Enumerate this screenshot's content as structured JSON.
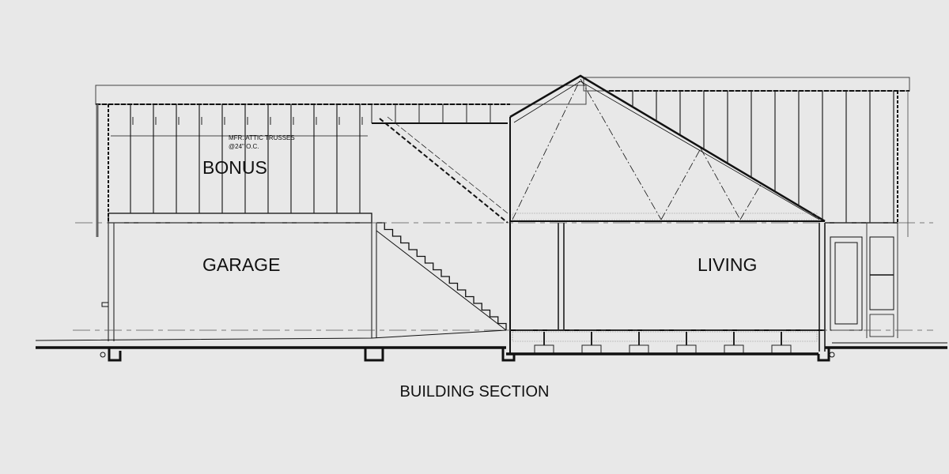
{
  "drawing": {
    "title": "BUILDING SECTION",
    "rooms": {
      "bonus": "BONUS",
      "garage": "GARAGE",
      "living": "LIVING"
    },
    "notes": {
      "truss_line1": "MFR. ATTIC TRUSSES",
      "truss_line2": "@24\" O.C."
    }
  },
  "colors": {
    "background": "#e8e8e8",
    "line": "#111111",
    "light_line": "#555555"
  }
}
